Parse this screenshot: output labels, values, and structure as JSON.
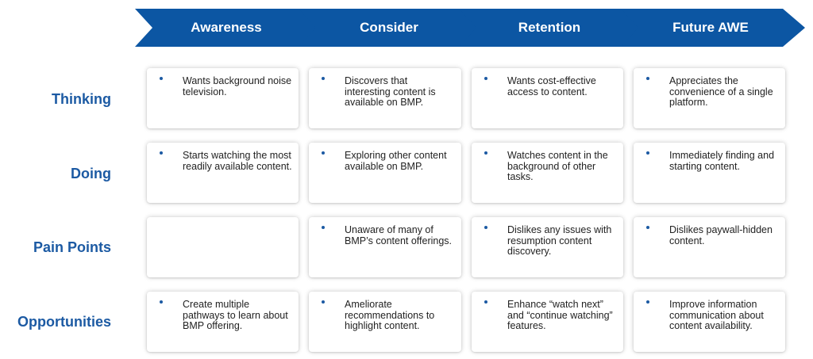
{
  "colors": {
    "chevron_fill": "#0c56a3",
    "row_label": "#1c5aa3",
    "bullet": "#1c5aa3",
    "card_text": "#222222"
  },
  "stages": [
    "Awareness",
    "Consider",
    "Retention",
    "Future AWE"
  ],
  "rows": [
    {
      "label": "Thinking",
      "cells": [
        "Wants background noise television.",
        "Discovers that interesting content is available on BMP.",
        "Wants cost-effective access to content.",
        "Appreciates the convenience of a single platform."
      ]
    },
    {
      "label": "Doing",
      "cells": [
        "Starts watching the most readily available content.",
        "Exploring other content available on BMP.",
        "Watches content in the background of other tasks.",
        "Immediately finding and starting content."
      ]
    },
    {
      "label": "Pain Points",
      "cells": [
        "",
        "Unaware of many of BMP’s content offerings.",
        "Dislikes any issues with resumption content discovery.",
        "Dislikes paywall-hidden content."
      ]
    },
    {
      "label": "Opportunities",
      "cells": [
        "Create multiple pathways to learn about BMP offering.",
        "Ameliorate recommendations to highlight content.",
        "Enhance “watch next” and “continue watching” features.",
        "Improve information communication about content availability."
      ]
    }
  ]
}
